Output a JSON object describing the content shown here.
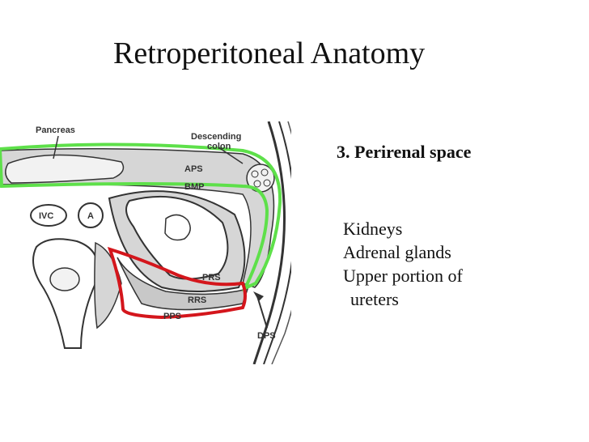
{
  "slide": {
    "title": "Retroperitoneal Anatomy"
  },
  "figure": {
    "labels": {
      "pancreas": "Pancreas",
      "descending": "Descending",
      "colon": "colon",
      "aps": "APS",
      "bmp": "BMP",
      "ivc": "IVC",
      "aorta": "A",
      "prs": "PRS",
      "rrs": "RRS",
      "pps": "PPS",
      "dps": "DPS"
    },
    "colors": {
      "anterior_outline": "#5ee04a",
      "posterior_outline": "#d4161c",
      "tissue": "#d6d6d6",
      "line": "#333333"
    }
  },
  "content": {
    "heading": "3. Perirenal space",
    "items": [
      "Kidneys",
      "Adrenal glands",
      "Upper portion of",
      "ureters"
    ]
  }
}
